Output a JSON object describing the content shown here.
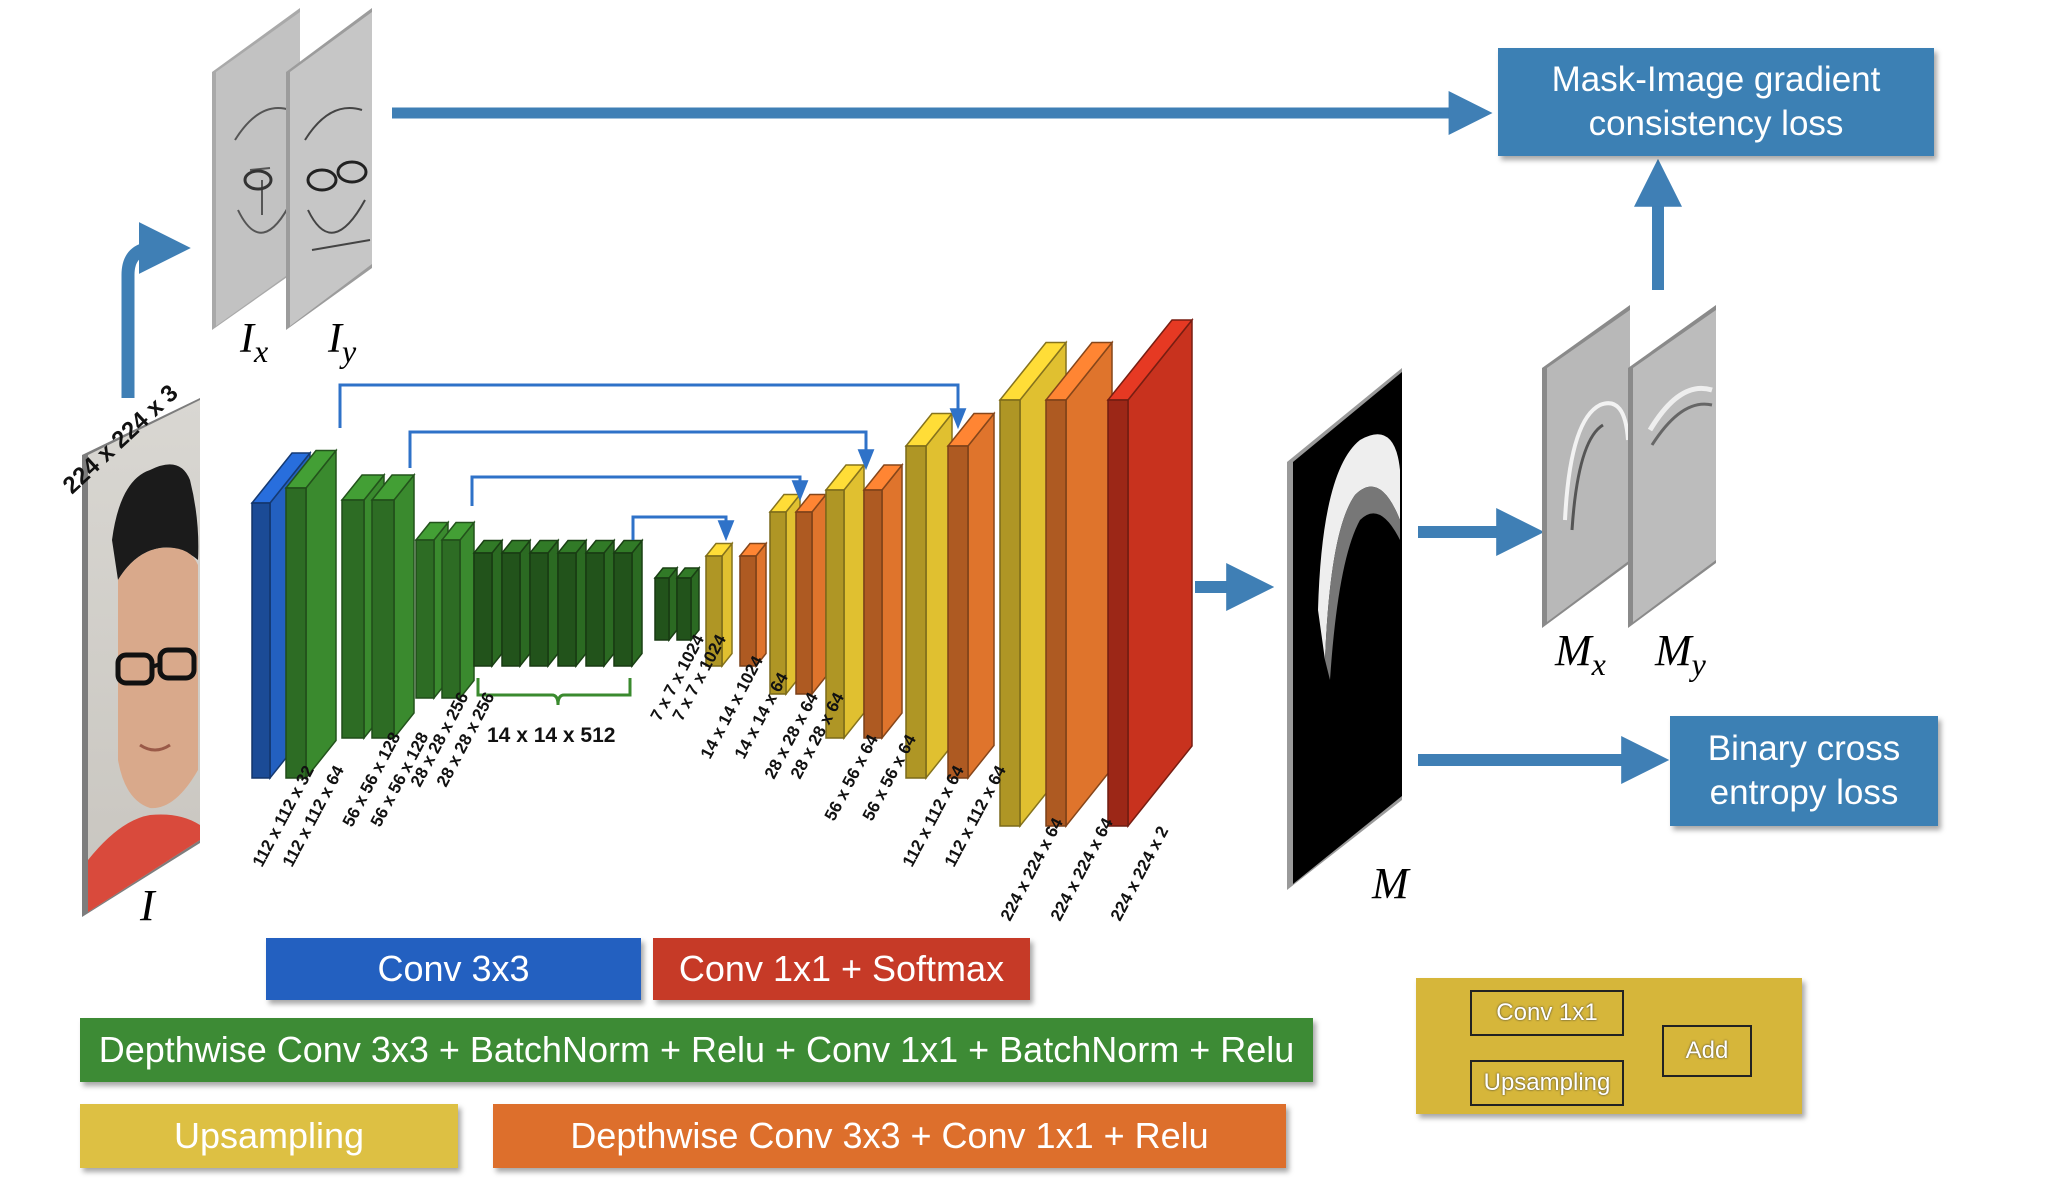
{
  "input": {
    "size_label": "224 x 224 x 3",
    "symbol": "I"
  },
  "gradients": {
    "ix_base": "I",
    "ix_sub": "x",
    "iy_base": "I",
    "iy_sub": "y",
    "mx_base": "M",
    "mx_sub": "x",
    "my_base": "M",
    "my_sub": "y"
  },
  "mask_symbol": "M",
  "loss": {
    "gradient_line1": "Mask-Image gradient",
    "gradient_line2": "consistency loss",
    "bce_line1": "Binary cross",
    "bce_line2": "entropy loss"
  },
  "dims": {
    "d1": "112 x 112 x 32",
    "d2": "112 x 112 x 64",
    "d3": "56 x 56 x 128",
    "d4": "56 x 56 x 128",
    "d5": "28 x 28 x 256",
    "d6": "28 x 28 x 256",
    "mid": "14 x 14 x 512",
    "d7": "7 x 7 x 1024",
    "d8": "7 x 7 x 1024",
    "u1": "14 x 14 x 1024",
    "u2": "14 x 14 x 64",
    "u3": "28 x 28 x 64",
    "u4": "28 x 28 x 64",
    "u5": "56 x 56 x 64",
    "u6": "56 x 56 x 64",
    "u7": "112 x 112 x 64",
    "u8": "112 x 112 x 64",
    "u9": "224 x 224 x 64",
    "u10": "224 x 224 x 64",
    "u11": "224 x 224 x 2"
  },
  "legend": {
    "conv3": "Conv 3x3",
    "conv1_softmax": "Conv 1x1 + Softmax",
    "depthwise_bn": "Depthwise Conv 3x3 + BatchNorm + Relu + Conv 1x1 + BatchNorm + Relu",
    "upsampling": "Upsampling",
    "depthwise_relu": "Depthwise Conv 3x3 + Conv 1x1 + Relu"
  },
  "inset": {
    "conv": "Conv 1x1",
    "upsampling": "Upsampling",
    "add": "Add"
  },
  "colors": {
    "blue_conv": "#2360c0",
    "green": "#3a8a2e",
    "dark_green": "#2b6a22",
    "yellow": "#e0c030",
    "orange": "#df742c",
    "red": "#c8321e",
    "legend_red": "#c63a27",
    "legend_green": "#3d8b35",
    "legend_yellow": "#ddc043",
    "legend_orange": "#dd6f2c",
    "arrow_blue": "#3f7fb5",
    "loss_blue": "#3c80b4",
    "inset_bg": "#d6b63a"
  }
}
